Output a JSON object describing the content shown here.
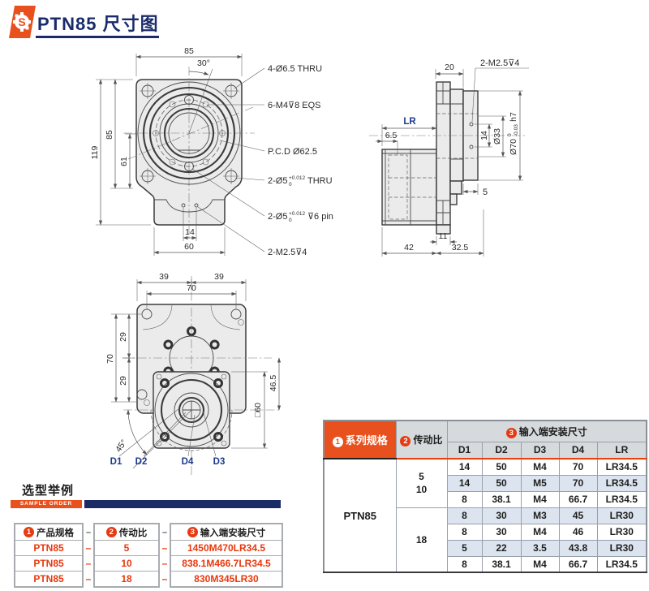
{
  "header": {
    "title": "PTN85 尺寸图"
  },
  "colors": {
    "accent_orange": "#e8511d",
    "navy_blue": "#1a2b66",
    "red_text": "#e8380d",
    "row_alt_blue": "#dce4ef",
    "drawing_dim_blue": "#1b3a8c"
  },
  "front_view": {
    "dim_width_top": "85",
    "dim_angle": "30°",
    "dim_height": "119",
    "dim_square": "85",
    "dim_61": "61",
    "dim_pin_span": "14",
    "dim_bottom_width": "60",
    "callout_corner_holes": "4-Ø6.5 THRU",
    "callout_m4": "6-M4⊽8 EQS",
    "callout_pcd": "P.C.D Ø62.5",
    "callout_d5_pre": "2-Ø5",
    "callout_d5_tol_up": "+0.012",
    "callout_d5_tol_dn": "0",
    "callout_d5_thru_suffix": "THRU",
    "callout_d5_pin_suffix": "⊽6 pin",
    "callout_m25": "2-M2.5⊽4"
  },
  "side_view": {
    "dim_flange_width": "20",
    "callout_m25": "2-M2.5⊽4",
    "dim_lr": "LR",
    "dim_6_5": "6.5",
    "dim_hole_span": "14",
    "dim_d33": "Ø33",
    "dim_d70": "Ø70",
    "dim_d70_tol_up": "0",
    "dim_d70_tol_dn": "-0.03",
    "dim_d70_fit": "h7",
    "dim_5": "5",
    "dim_11": "11",
    "dim_42": "42",
    "dim_32_5": "32.5"
  },
  "bottom_view": {
    "dim_39_left": "39",
    "dim_39_right": "39",
    "dim_70_top": "70",
    "dim_29_upper": "29",
    "dim_29_lower": "29",
    "dim_70_left": "70",
    "dim_46_5": "46.5",
    "dim_sq60": "□60",
    "dim_angle": "45°",
    "label_d1": "D1",
    "label_d2": "D2",
    "label_d4": "D4",
    "label_d3": "D3"
  },
  "sample_order": {
    "heading": "选型举例",
    "subheading": "SAMPLE ORDER",
    "dash": "–",
    "headers": [
      {
        "num": "1",
        "label": "产品规格"
      },
      {
        "num": "2",
        "label": "传动比"
      },
      {
        "num": "3",
        "label": "输入端安装尺寸"
      }
    ],
    "rows": [
      {
        "model": "PTN85",
        "ratio": "5",
        "code": "1450M470LR34.5"
      },
      {
        "model": "PTN85",
        "ratio": "10",
        "code": "838.1M466.7LR34.5"
      },
      {
        "model": "PTN85",
        "ratio": "18",
        "code": "830M345LR30"
      }
    ]
  },
  "spec_table": {
    "series_header": {
      "num": "1",
      "label": "系列规格"
    },
    "ratio_header": {
      "num": "2",
      "label": "传动比"
    },
    "mount_header": {
      "num": "3",
      "label": "输入端安装尺寸"
    },
    "columns": [
      "D1",
      "D2",
      "D3",
      "D4",
      "LR"
    ],
    "series": "PTN85",
    "groups": [
      {
        "ratios": [
          "5",
          "10"
        ],
        "rows": [
          [
            "14",
            "50",
            "M4",
            "70",
            "LR34.5"
          ],
          [
            "14",
            "50",
            "M5",
            "70",
            "LR34.5"
          ],
          [
            "8",
            "38.1",
            "M4",
            "66.7",
            "LR34.5"
          ]
        ]
      },
      {
        "ratios": [
          "18"
        ],
        "rows": [
          [
            "8",
            "30",
            "M3",
            "45",
            "LR30"
          ],
          [
            "8",
            "30",
            "M4",
            "46",
            "LR30"
          ],
          [
            "5",
            "22",
            "3.5",
            "43.8",
            "LR30"
          ],
          [
            "8",
            "38.1",
            "M4",
            "66.7",
            "LR34.5"
          ]
        ]
      }
    ]
  }
}
